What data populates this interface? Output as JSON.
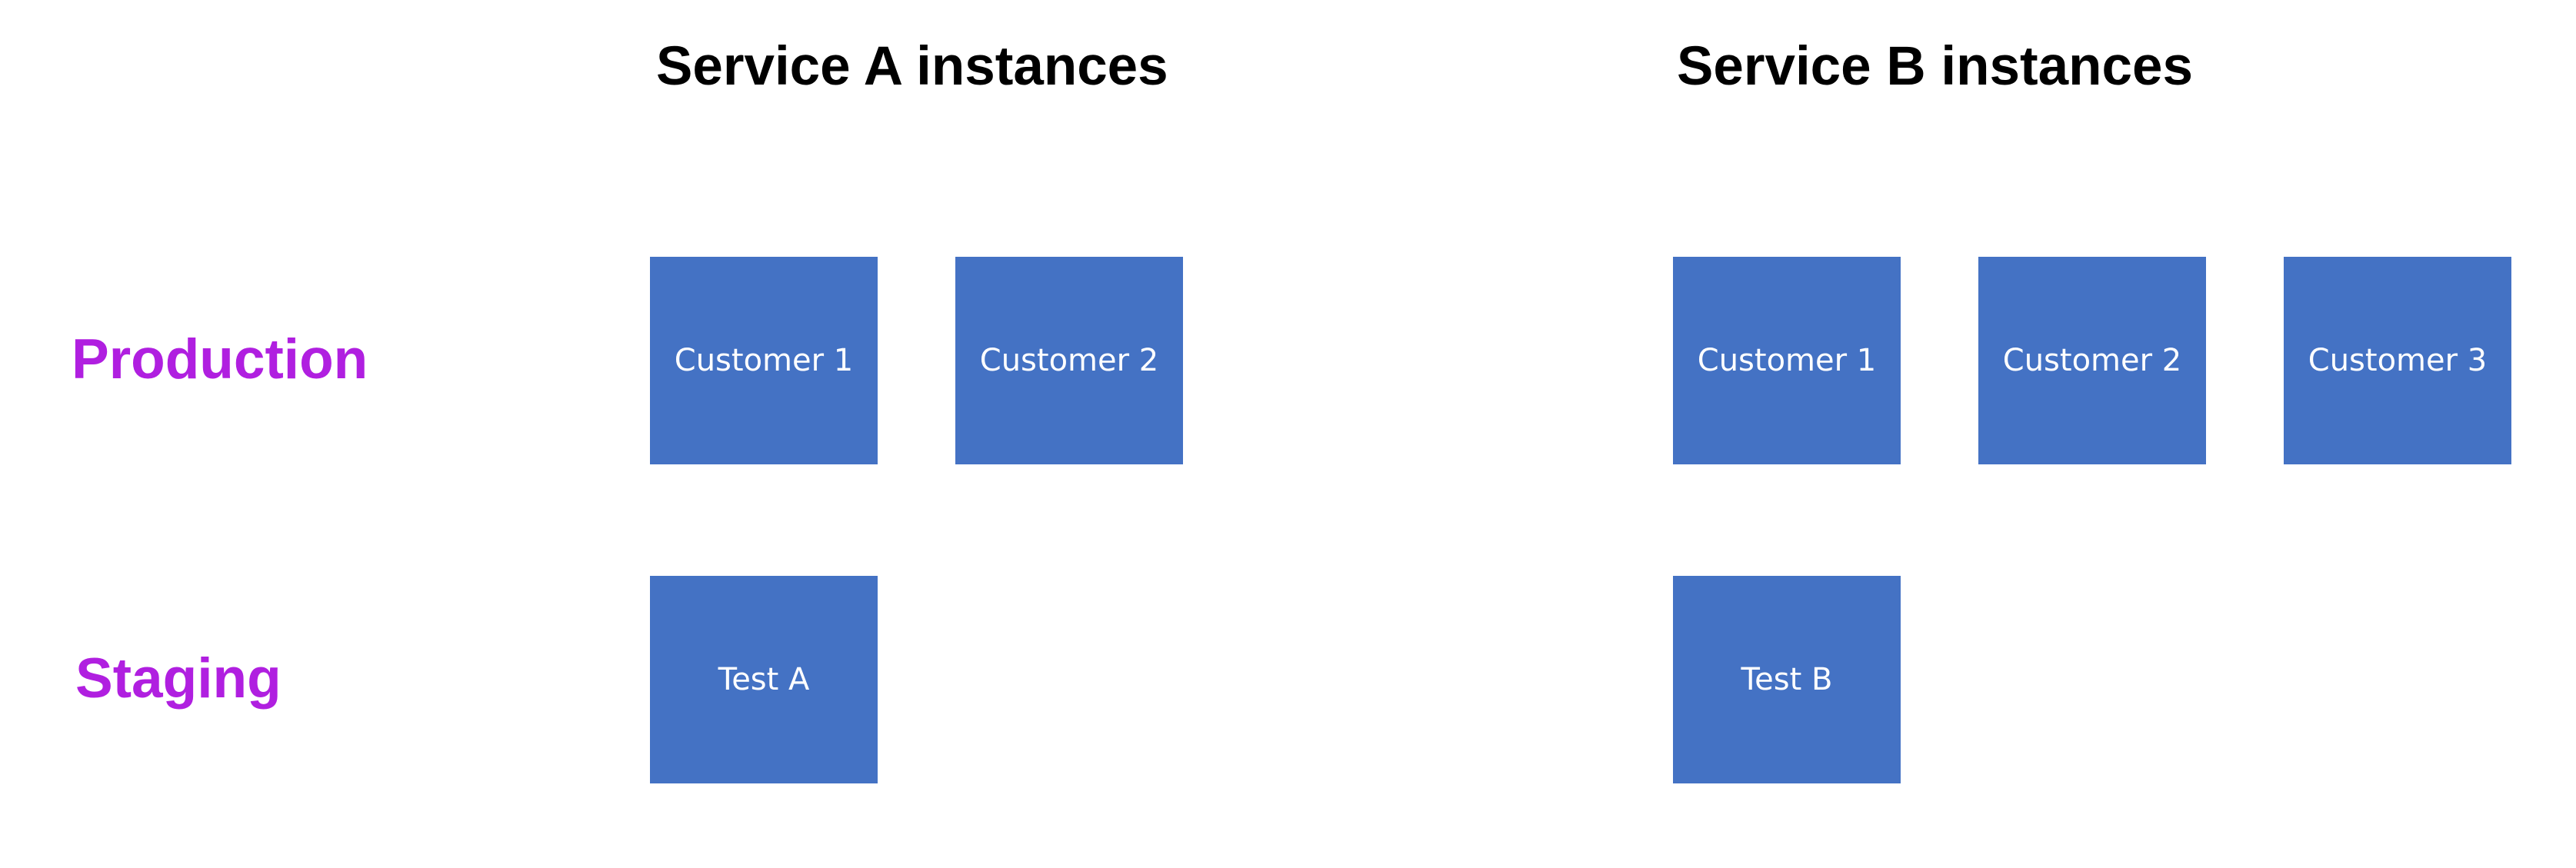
{
  "titles": {
    "service_a": "Service A instances",
    "service_b": "Service B instances"
  },
  "rows": {
    "production": "Production",
    "staging": "Staging"
  },
  "service_a": {
    "production": [
      "Customer 1",
      "Customer 2"
    ],
    "staging": [
      "Test A"
    ]
  },
  "service_b": {
    "production": [
      "Customer 1",
      "Customer 2",
      "Customer 3"
    ],
    "staging": [
      "Test B"
    ]
  },
  "colors": {
    "box_fill": "#4472C4",
    "box_text": "#FFFFFF",
    "row_label": "#B01FE0",
    "title_text": "#000000"
  }
}
